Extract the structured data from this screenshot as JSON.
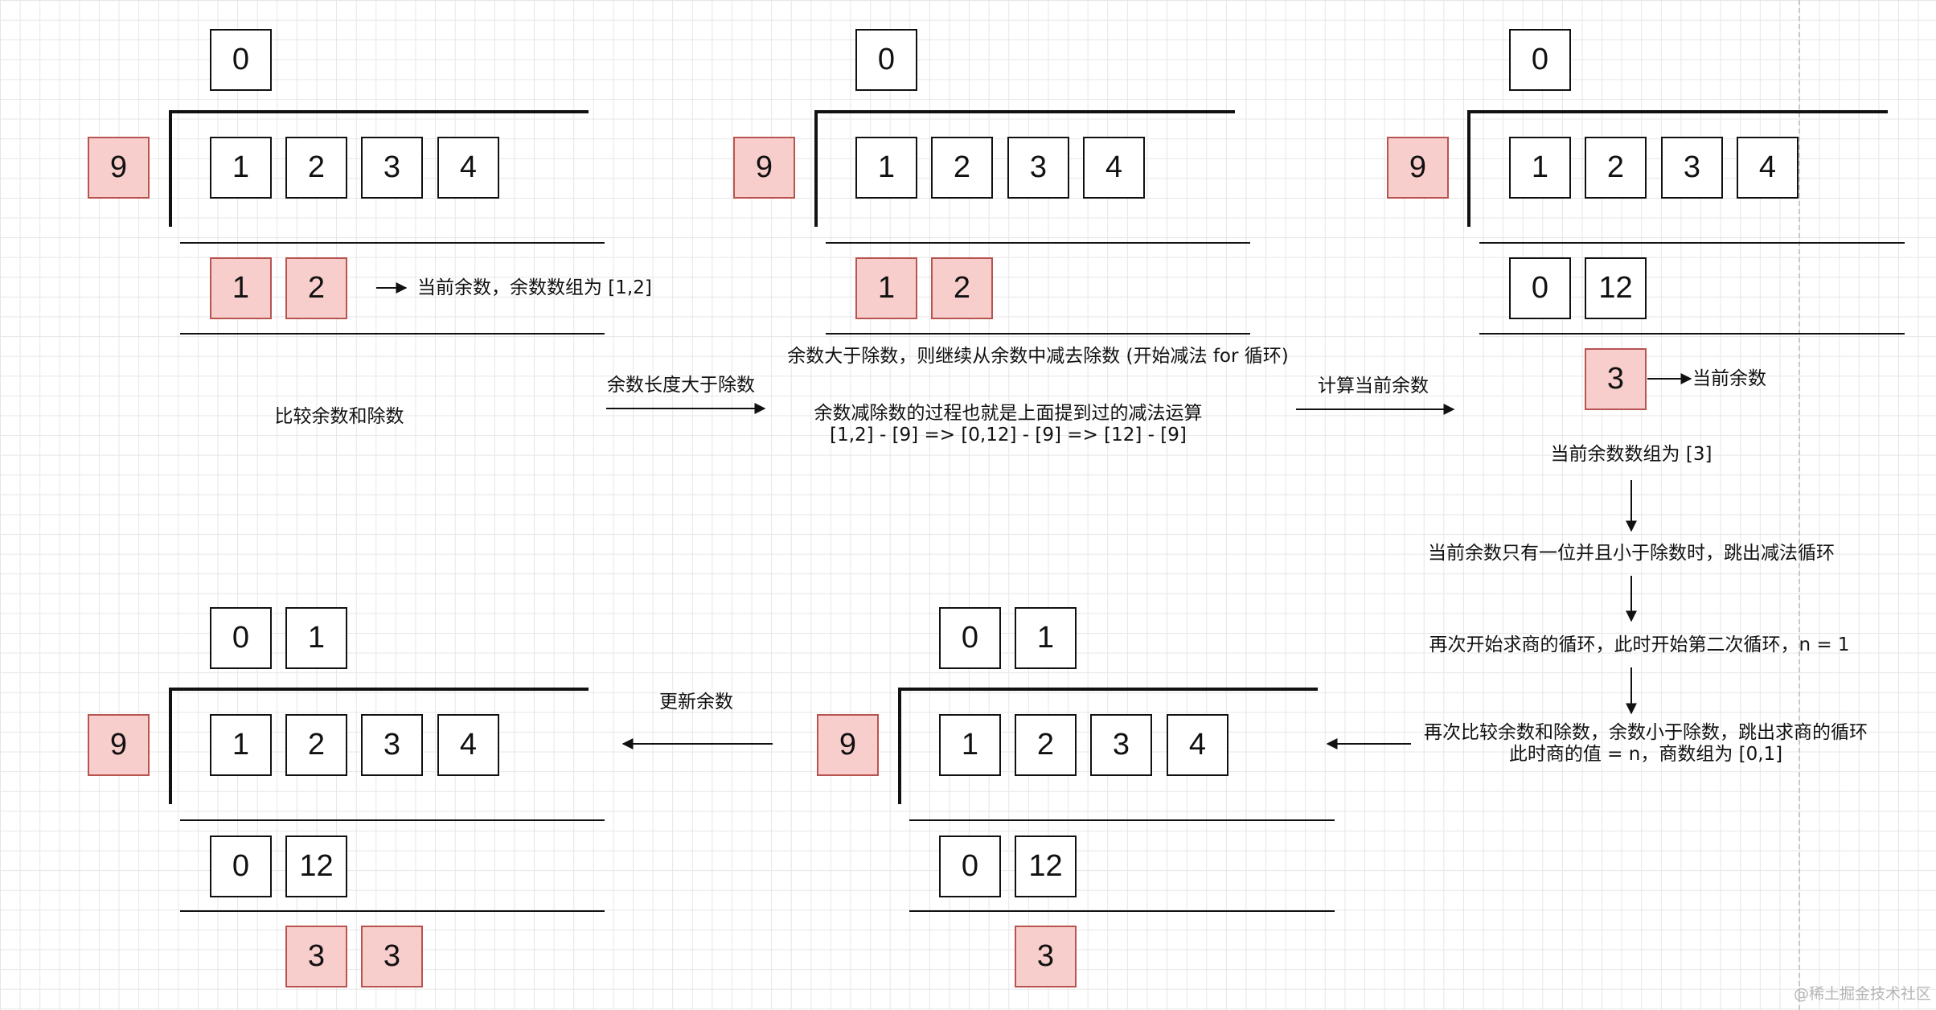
{
  "labels": {
    "current_remainder_array_12": "当前余数，余数数组为 [1,2]",
    "compare_remainder_divisor": "比较余数和除数",
    "remainder_longer_than_divisor": "余数长度大于除数",
    "continue_subtract": "余数大于除数，则继续从余数中减去除数 (开始减法 for 循环)",
    "subtract_process": "余数减除数的过程也就是上面提到过的减法运算",
    "subtract_steps": "[1,2] - [9]  =>  [0,12] - [9]   =>  [12] - [9]",
    "compute_current_remainder": "计算当前余数",
    "current_remainder": "当前余数",
    "current_remainder_array_3": "当前余数数组为 [3]",
    "exit_subtract_loop": "当前余数只有一位并且小于除数时，跳出减法循环",
    "start_quotient_loop_again": "再次开始求商的循环，此时开始第二次循环，n = 1",
    "compare_again": "再次比较余数和除数，余数小于除数，跳出求商的循环",
    "quotient_value": "此时商的值 = n，商数组为 [0,1]",
    "update_remainder": "更新余数"
  },
  "watermark": "@稀土掘金技术社区",
  "panels": [
    {
      "quotient": [
        "0"
      ],
      "divisor": "9",
      "dividend": [
        "1",
        "2",
        "3",
        "4"
      ],
      "remainder": [
        "1",
        "2"
      ],
      "remainder_pink": true,
      "result": []
    },
    {
      "quotient": [
        "0"
      ],
      "divisor": "9",
      "dividend": [
        "1",
        "2",
        "3",
        "4"
      ],
      "remainder": [
        "1",
        "2"
      ],
      "remainder_pink": true,
      "result": []
    },
    {
      "quotient": [
        "0"
      ],
      "divisor": "9",
      "dividend": [
        "1",
        "2",
        "3",
        "4"
      ],
      "remainder": [
        "0",
        "12"
      ],
      "remainder_pink": false,
      "result": [
        "3"
      ]
    },
    {
      "quotient": [
        "0",
        "1"
      ],
      "divisor": "9",
      "dividend": [
        "1",
        "2",
        "3",
        "4"
      ],
      "remainder": [
        "0",
        "12"
      ],
      "remainder_pink": false,
      "result": [
        "3"
      ]
    },
    {
      "quotient": [
        "0",
        "1"
      ],
      "divisor": "9",
      "dividend": [
        "1",
        "2",
        "3",
        "4"
      ],
      "remainder": [
        "0",
        "12"
      ],
      "remainder_pink": false,
      "result": [
        "3",
        "3"
      ]
    }
  ],
  "colors": {
    "highlight_fill": "#f8cecc",
    "highlight_border": "#b85450",
    "line": "#111111",
    "grid": "#e6e6e6"
  }
}
